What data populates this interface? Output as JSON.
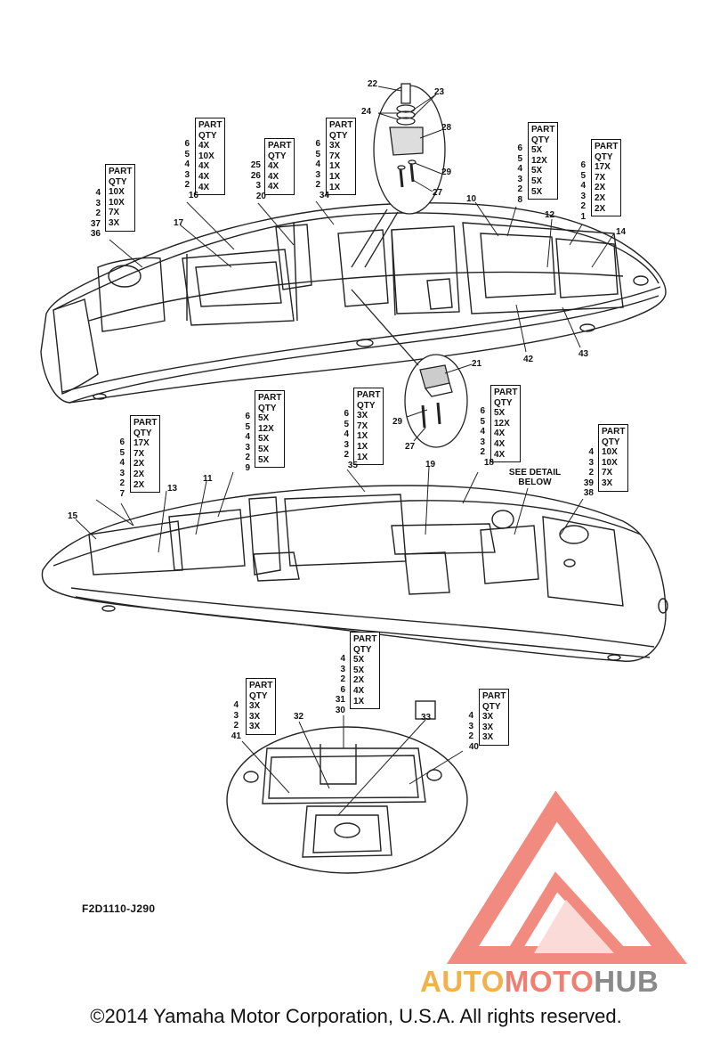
{
  "figure_code": "F2D1110-J290",
  "copyright": "©2014 Yamaha Motor Corporation, U.S.A. All rights reserved.",
  "watermark": {
    "part1": "AUTO",
    "part2": "MOTO",
    "part3": "HUB",
    "colors": {
      "auto": "#f2b14a",
      "moto": "#f07f72",
      "hub": "#8a8a8a"
    }
  },
  "see_detail": "SEE DETAIL BELOW",
  "qty_header": [
    "PART",
    "QTY"
  ],
  "tables": [
    {
      "id": "t36",
      "nums": [
        "4",
        "3",
        "2",
        "37",
        "36"
      ],
      "qtys": [
        "10X",
        "10X",
        "7X",
        "3X"
      ]
    },
    {
      "id": "t16",
      "nums": [
        "6",
        "5",
        "4",
        "3",
        "2",
        "16"
      ],
      "qtys": [
        "4X",
        "10X",
        "4X",
        "4X",
        "4X"
      ]
    },
    {
      "id": "t20",
      "nums": [
        "25",
        "26",
        "3",
        "20"
      ],
      "qtys": [
        "4X",
        "4X",
        "4X"
      ]
    },
    {
      "id": "t34",
      "nums": [
        "6",
        "5",
        "4",
        "3",
        "2",
        "34"
      ],
      "qtys": [
        "3X",
        "7X",
        "1X",
        "1X",
        "1X"
      ]
    },
    {
      "id": "t8",
      "nums": [
        "6",
        "5",
        "4",
        "3",
        "2",
        "8"
      ],
      "qtys": [
        "5X",
        "12X",
        "5X",
        "5X",
        "5X"
      ]
    },
    {
      "id": "t1",
      "nums": [
        "6",
        "5",
        "4",
        "3",
        "2",
        "1"
      ],
      "qtys": [
        "17X",
        "7X",
        "2X",
        "2X",
        "2X"
      ]
    },
    {
      "id": "t7",
      "nums": [
        "6",
        "5",
        "4",
        "3",
        "2",
        "7"
      ],
      "qtys": [
        "17X",
        "7X",
        "2X",
        "2X",
        "2X"
      ]
    },
    {
      "id": "t9",
      "nums": [
        "6",
        "5",
        "4",
        "3",
        "2",
        "9"
      ],
      "qtys": [
        "5X",
        "12X",
        "5X",
        "5X",
        "5X"
      ]
    },
    {
      "id": "t35",
      "nums": [
        "6",
        "5",
        "4",
        "3",
        "2",
        "35"
      ],
      "qtys": [
        "3X",
        "7X",
        "1X",
        "1X",
        "1X"
      ]
    },
    {
      "id": "t18",
      "nums": [
        "6",
        "5",
        "4",
        "3",
        "2",
        "18"
      ],
      "qtys": [
        "5X",
        "12X",
        "4X",
        "4X",
        "4X"
      ]
    },
    {
      "id": "t38",
      "nums": [
        "4",
        "3",
        "2",
        "39",
        "38"
      ],
      "qtys": [
        "10X",
        "10X",
        "7X",
        "3X"
      ]
    },
    {
      "id": "t41",
      "nums": [
        "4",
        "3",
        "2",
        "41"
      ],
      "qtys": [
        "3X",
        "3X",
        "3X"
      ]
    },
    {
      "id": "t30",
      "nums": [
        "4",
        "3",
        "2",
        "6",
        "31",
        "30"
      ],
      "qtys": [
        "5X",
        "5X",
        "2X",
        "4X",
        "1X"
      ]
    },
    {
      "id": "t40",
      "nums": [
        "4",
        "3",
        "2",
        "40"
      ],
      "qtys": [
        "3X",
        "3X",
        "3X"
      ]
    }
  ],
  "callouts": [
    "22",
    "23",
    "24",
    "28",
    "29",
    "27",
    "10",
    "12",
    "14",
    "17",
    "42",
    "43",
    "21",
    "29",
    "27",
    "13",
    "11",
    "19",
    "15",
    "32",
    "33"
  ]
}
